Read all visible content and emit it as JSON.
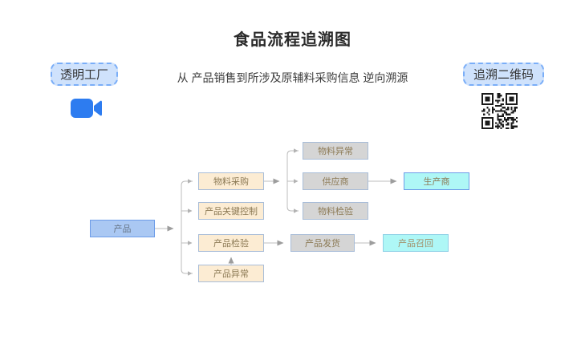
{
  "page": {
    "title": "食品流程追溯图",
    "subtitle": "从 产品销售到所涉及原辅料采购信息 逆向溯源"
  },
  "badges": {
    "transparent_factory": "透明工厂",
    "trace_qr": "追溯二维码"
  },
  "icons": {
    "video_camera": "video-camera-icon",
    "qr_code": "qr-code"
  },
  "flowchart": {
    "product": "产品",
    "material_purchase": "物料采购",
    "product_key_control": "产品关键控制",
    "product_inspection": "产品检验",
    "product_abnormal": "产品异常",
    "material_abnormal": "物料异常",
    "supplier": "供应商",
    "material_inspection": "物料检验",
    "producer": "生产商",
    "product_shipment": "产品发货",
    "product_recall": "产品召回"
  },
  "colors": {
    "badge_bg": "#cfe2fc",
    "badge_border": "#7aaef8",
    "node_blue_fill": "#aac8f3",
    "node_blue_border": "#6d9ce8",
    "node_cream_fill": "#fcecd3",
    "node_gray_fill": "#d5d5d5",
    "node_cyan_fill": "#aef7f6",
    "node_border": "#a9bdd8",
    "node_text": "#8c7a55",
    "connector_line": "#bcbcbc",
    "video_icon_blue": "#2d7cf0",
    "qr_dark": "#1a1a1a"
  }
}
